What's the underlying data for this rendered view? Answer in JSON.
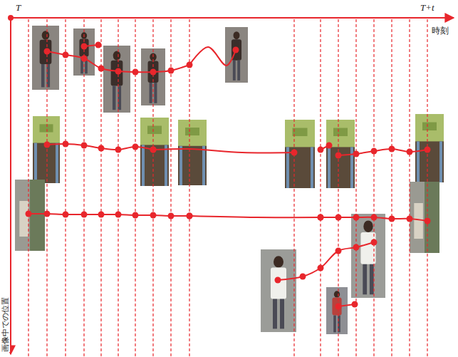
{
  "diagram": {
    "labels": [
      "T",
      "T+t",
      "時刻",
      "画像中での位置"
    ]
  }
}
